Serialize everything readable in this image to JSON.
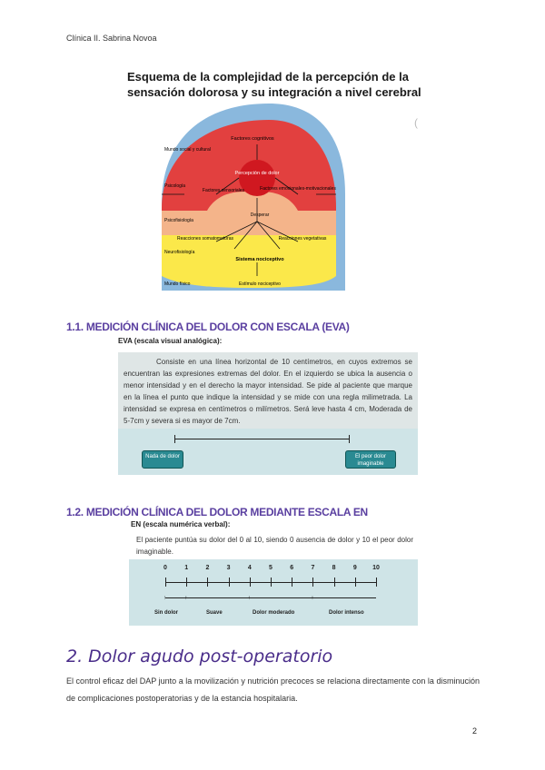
{
  "header": {
    "author": "Clínica II. Sabrina Novoa"
  },
  "figure": {
    "title_line1": "Esquema de la complejidad de la percepción de la",
    "title_line2": "sensación dolorosa y su integración a nivel cerebral",
    "labels": {
      "mundo_social": "Mundo social y cultural",
      "psicologia": "Psicología",
      "psicofisiologia": "Psicofisiología",
      "neurofisiologia": "Neurofisiología",
      "mundo_fisico": "Mundo físico",
      "factores_cognitivos": "Factores cognitivos",
      "percepcion_dolor": "Percepción de dolor",
      "factores_sensoriales": "Factores sensoriales",
      "factores_emocionales": "Factores emocionales-motivacionales",
      "desperar": "Desperar",
      "reacciones_somatomotoras": "Reacciones somatomotoras",
      "reacciones_vegetativas": "Reacciones vegetativas",
      "sistema_nociceptivo": "Sistema nociceptivo",
      "estimulo_nociceptivo": "Estímulo nociceptivo"
    },
    "colors": {
      "outer": "#8ab8dd",
      "red": "#e2403f",
      "orange": "#f4b48a",
      "yellow": "#fbe84a"
    }
  },
  "section1": {
    "heading": "1.1. MEDICIÓN CLÍNICA DEL DOLOR CON ESCALA (EVA)",
    "label": "EVA (escala visual analógica):",
    "text": "Consiste en una línea horizontal de 10 centímetros, en cuyos extremos se encuentran las expresiones extremas del dolor. En el izquierdo se ubica la ausencia o menor intensidad y en el derecho la mayor intensidad. Se pide al paciente que marque en la línea el punto que indique la intensidad y se mide con una regla milimetrada. La intensidad se expresa en centímetros o milímetros. Será leve hasta 4 cm, Moderada de 5-7cm y severa si es mayor de 7cm.",
    "left_anchor": "Nada de dolor",
    "right_anchor": "El peor dolor imaginable"
  },
  "section2": {
    "heading": "1.2. MEDICIÓN CLÍNICA DEL DOLOR MEDIANTE ESCALA EN",
    "label": "EN (escala numérica verbal):",
    "text": "El paciente puntúa su dolor del 0 al 10, siendo 0 ausencia de dolor y 10 el peor dolor imaginable.",
    "numbers": [
      "0",
      "1",
      "2",
      "3",
      "4",
      "5",
      "6",
      "7",
      "8",
      "9",
      "10"
    ],
    "categories": [
      "Sin dolor",
      "Suave",
      "Dolor moderado",
      "Dolor intenso"
    ]
  },
  "section3": {
    "heading": "2. Dolor agudo post-operatorio",
    "text": "El control eficaz del DAP junto a la movilización y nutrición precoces se relaciona directamente con la disminución de complicaciones postoperatorias y de la estancia hospitalaria."
  },
  "page_number": "2"
}
